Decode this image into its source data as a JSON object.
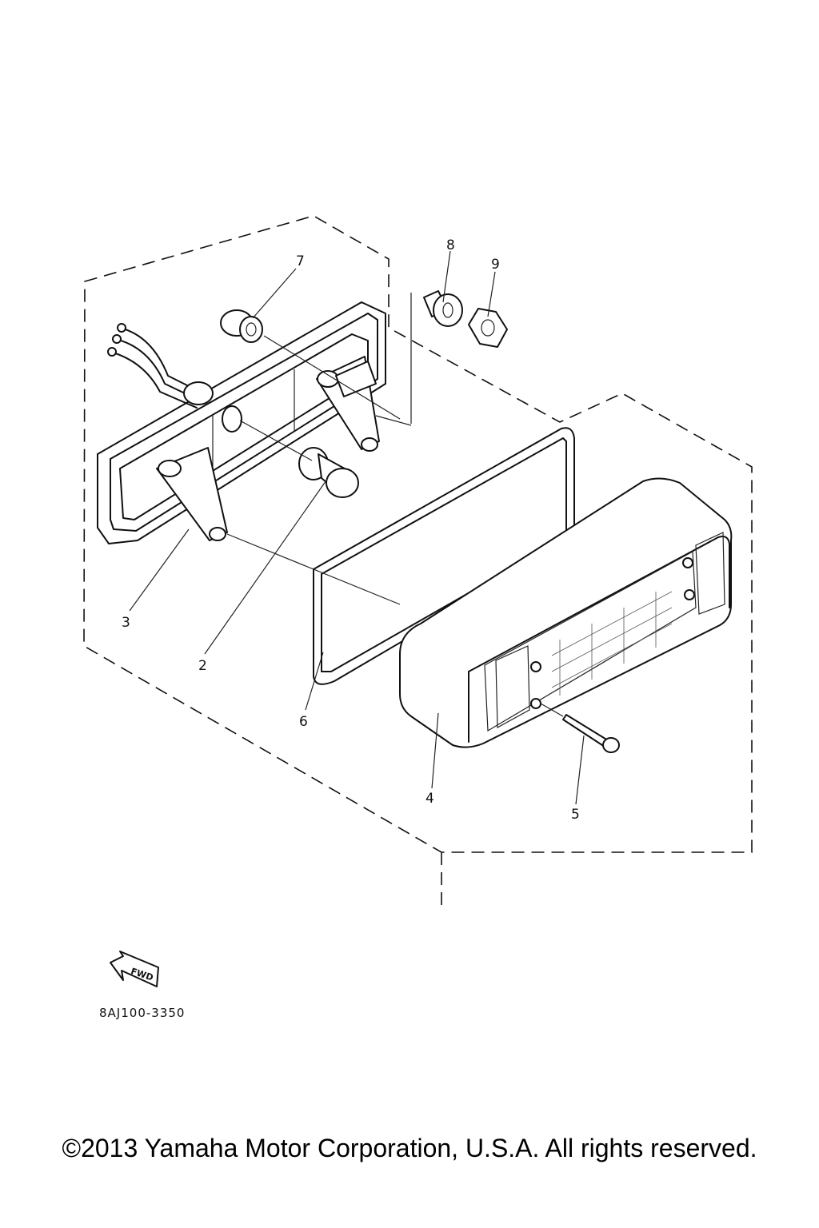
{
  "diagram": {
    "part_labels": [
      {
        "id": "7",
        "text": "7"
      },
      {
        "id": "8",
        "text": "8"
      },
      {
        "id": "9",
        "text": "9"
      },
      {
        "id": "3",
        "text": "3"
      },
      {
        "id": "2",
        "text": "2"
      },
      {
        "id": "6",
        "text": "6"
      },
      {
        "id": "4",
        "text": "4"
      },
      {
        "id": "5",
        "text": "5"
      }
    ],
    "direction_badge": "FWD",
    "diagram_code": "8AJ100-3350"
  },
  "footer": {
    "copyright": "©2013 Yamaha Motor Corporation, U.S.A. All rights reserved."
  }
}
